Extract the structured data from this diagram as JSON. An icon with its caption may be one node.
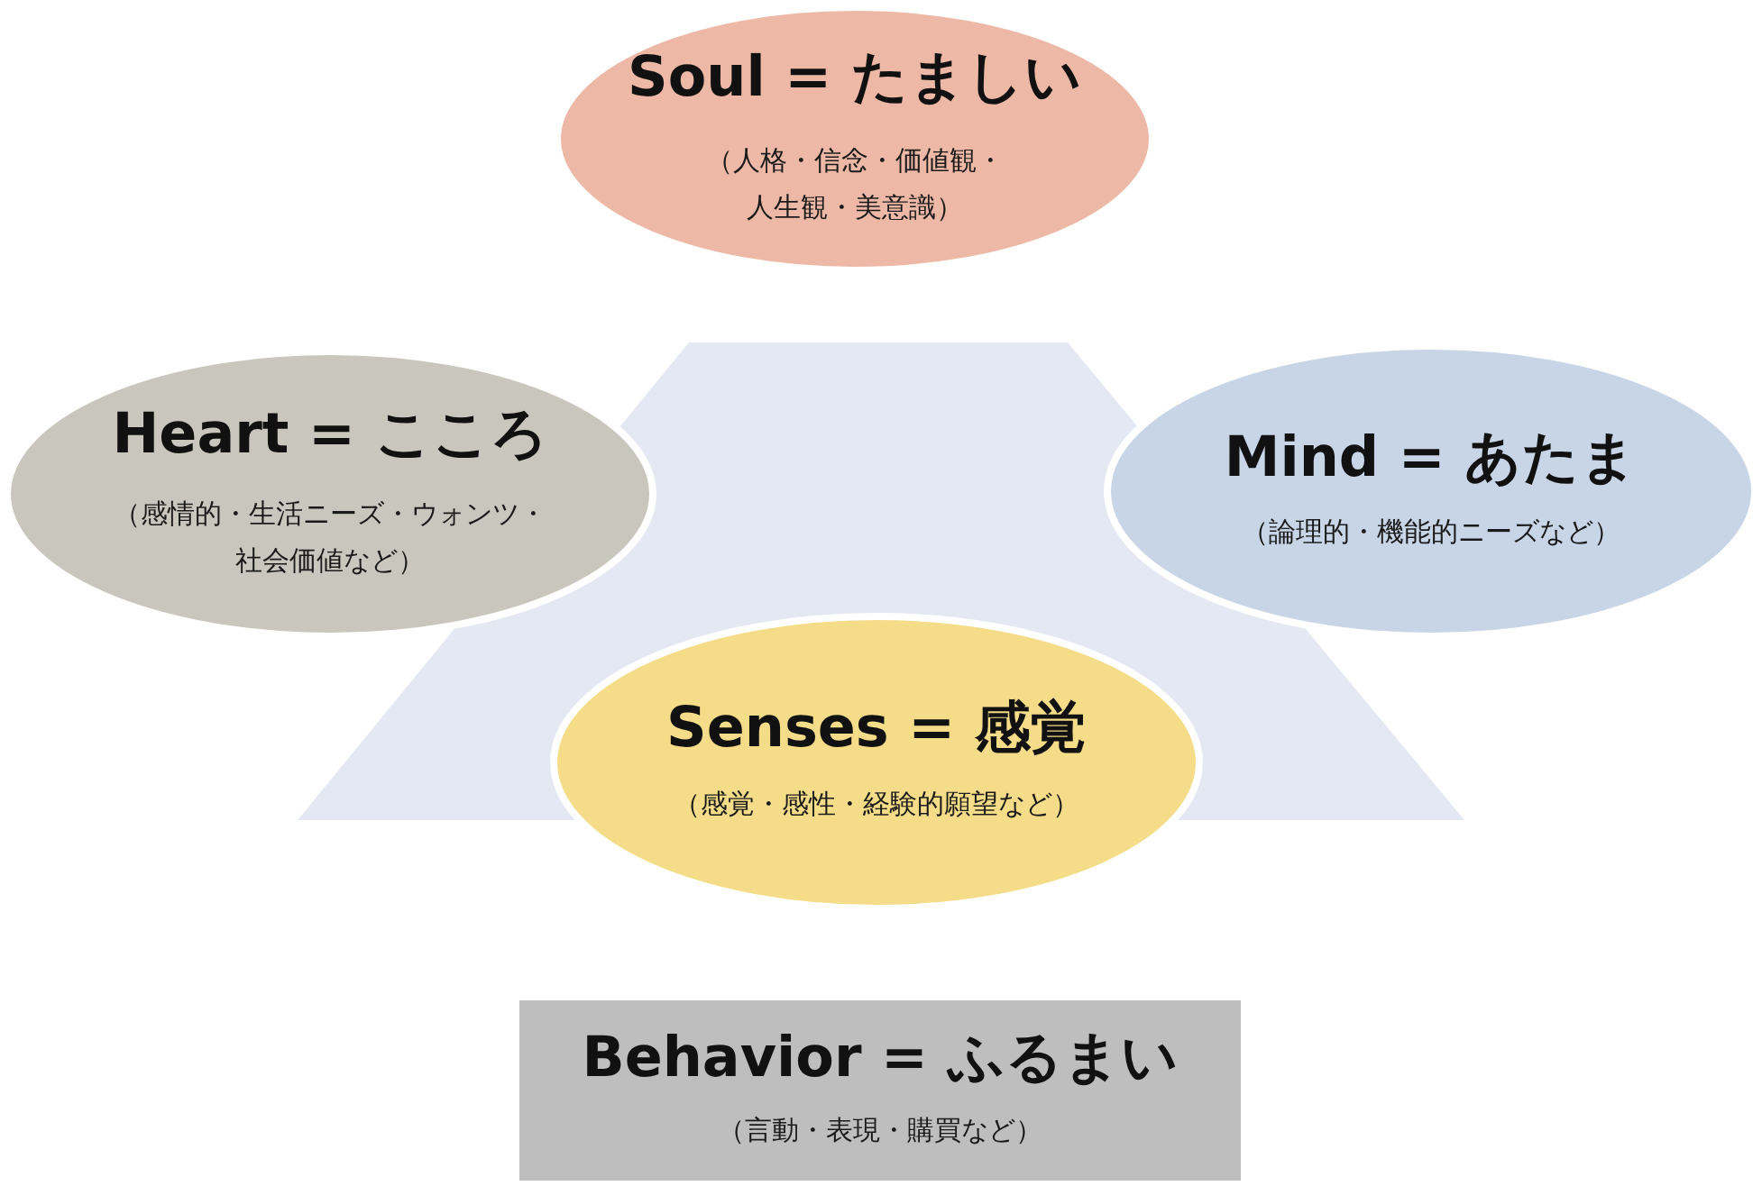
{
  "diagram": {
    "nodes": [
      {
        "text": [
          "Soul = たましい",
          "（人格・信念・価値観・人生観・美意識）"
        ]
      },
      {
        "text": [
          "Heart = こころ",
          "（感情的・生活ニーズ・ウォンツ・社会価値など）"
        ]
      },
      {
        "text": [
          "Mind = あたま",
          "（論理的・機能的ニーズなど）"
        ]
      },
      {
        "text": [
          "Senses = 感覚",
          "（感覚・感性・経験的願望など）"
        ]
      },
      {
        "text": [
          "Behavior = ふるまい",
          "（言動・表現・購買など）"
        ]
      }
    ]
  }
}
